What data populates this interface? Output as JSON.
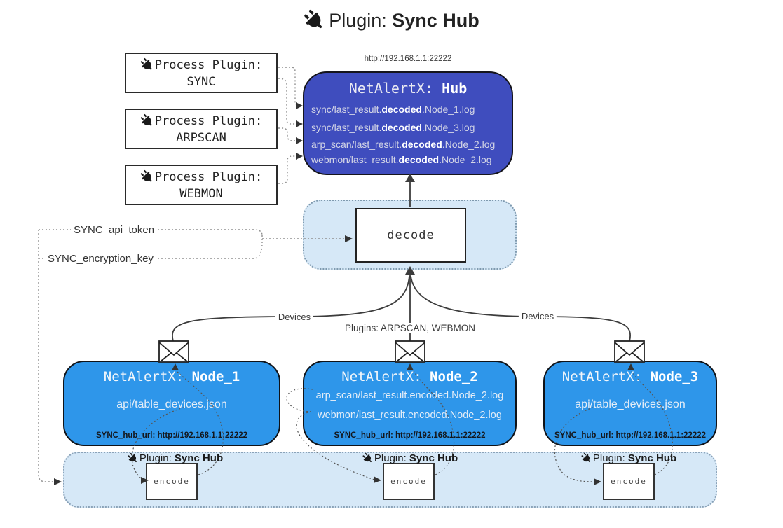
{
  "title": {
    "prefix": "Plugin: ",
    "bold": "Sync Hub"
  },
  "hub": {
    "url": "http://192.168.1.1:22222",
    "title_prefix": "NetAlertX: ",
    "title_bold": "Hub",
    "lines": [
      {
        "pre": "sync/last_result.",
        "bold": "decoded",
        "post": ".Node_1.log"
      },
      {
        "pre": "sync/last_result.",
        "bold": "decoded",
        "post": ".Node_3.log"
      },
      {
        "pre": "arp_scan/last_result.",
        "bold": "decoded",
        "post": ".Node_2.log"
      },
      {
        "pre": "webmon/last_result.",
        "bold": "decoded",
        "post": ".Node_2.log"
      }
    ]
  },
  "process_plugins": [
    {
      "label": "Process Plugin:",
      "name": "SYNC"
    },
    {
      "label": "Process Plugin:",
      "name": "ARPSCAN"
    },
    {
      "label": "Process Plugin:",
      "name": "WEBMON"
    }
  ],
  "decode_label": "decode",
  "keys": {
    "api_token": "SYNC_api_token",
    "encryption_key": "SYNC_encryption_key"
  },
  "edges": {
    "devices_left": "Devices",
    "devices_right": "Devices",
    "plugins_mid": "Plugins: ARPSCAN, WEBMON"
  },
  "nodes": [
    {
      "title_prefix": "NetAlertX: ",
      "title_bold": "Node_1",
      "lines": [
        "api/table_devices.json"
      ],
      "hub_url": "SYNC_hub_url: http://192.168.1.1:22222"
    },
    {
      "title_prefix": "NetAlertX: ",
      "title_bold": "Node_2",
      "lines": [
        "arp_scan/last_result.encoded.Node_2.log",
        "webmon/last_result.encoded.Node_2.log"
      ],
      "hub_url": "SYNC_hub_url: http://192.168.1.1:22222"
    },
    {
      "title_prefix": "NetAlertX: ",
      "title_bold": "Node_3",
      "lines": [
        "api/table_devices.json"
      ],
      "hub_url": "SYNC_hub_url: http://192.168.1.1:22222"
    }
  ],
  "encode": {
    "label_prefix": "Plugin: ",
    "label_bold": "Sync Hub",
    "box_label": "encode"
  },
  "colors": {
    "hub_bg": "#3F4DBE",
    "node_bg": "#2E96EA",
    "container_bg": "#D6E8F7"
  }
}
